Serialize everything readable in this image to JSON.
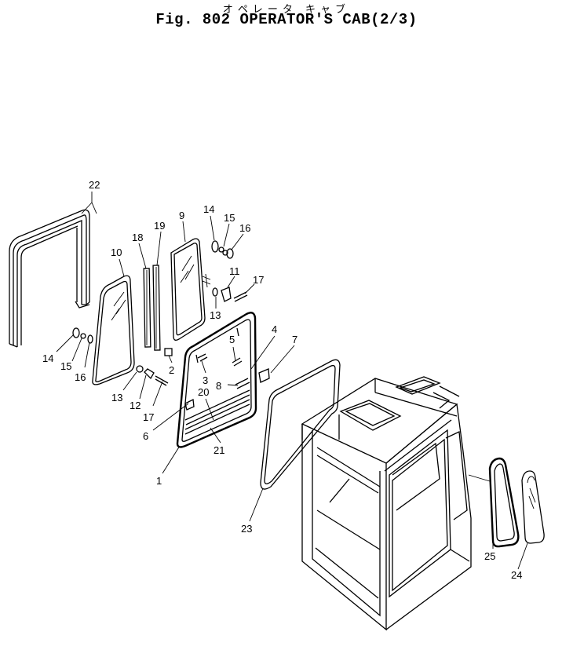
{
  "header": {
    "title_jp": "オペレータ キャブ",
    "title_en": "Fig. 802 OPERATOR'S CAB(2/3)"
  },
  "callouts": {
    "c1": "1",
    "c2": "2",
    "c3": "3",
    "c4": "4",
    "c5": "5",
    "c6": "6",
    "c7": "7",
    "c8": "8",
    "c9": "9",
    "c10": "10",
    "c11": "11",
    "c12": "12",
    "c13a": "13",
    "c13b": "13",
    "c14a": "14",
    "c14b": "14",
    "c15a": "15",
    "c15b": "15",
    "c16a": "16",
    "c16b": "16",
    "c17a": "17",
    "c17b": "17",
    "c18": "18",
    "c19": "19",
    "c20": "20",
    "c21": "21",
    "c22": "22",
    "c23": "23",
    "c24": "24",
    "c25": "25"
  }
}
